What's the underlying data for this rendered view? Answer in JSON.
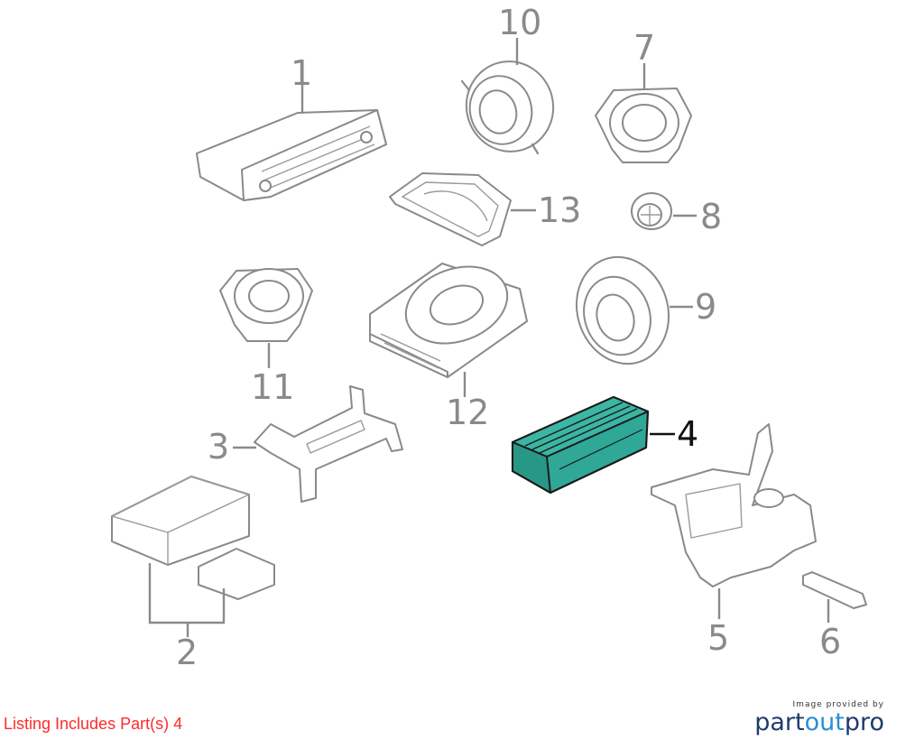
{
  "diagram": {
    "callouts": [
      "1",
      "2",
      "3",
      "4",
      "5",
      "6",
      "7",
      "8",
      "9",
      "10",
      "11",
      "12",
      "13"
    ],
    "highlighted_part": "4",
    "highlight_color": "#2fa898",
    "line_color": "#8a8a8a"
  },
  "footer": {
    "note": "Listing Includes Part(s) 4"
  },
  "brand": {
    "provided_by": "Image provided by",
    "logo_part1": "part",
    "logo_part2": "out",
    "logo_part3": "pro"
  }
}
